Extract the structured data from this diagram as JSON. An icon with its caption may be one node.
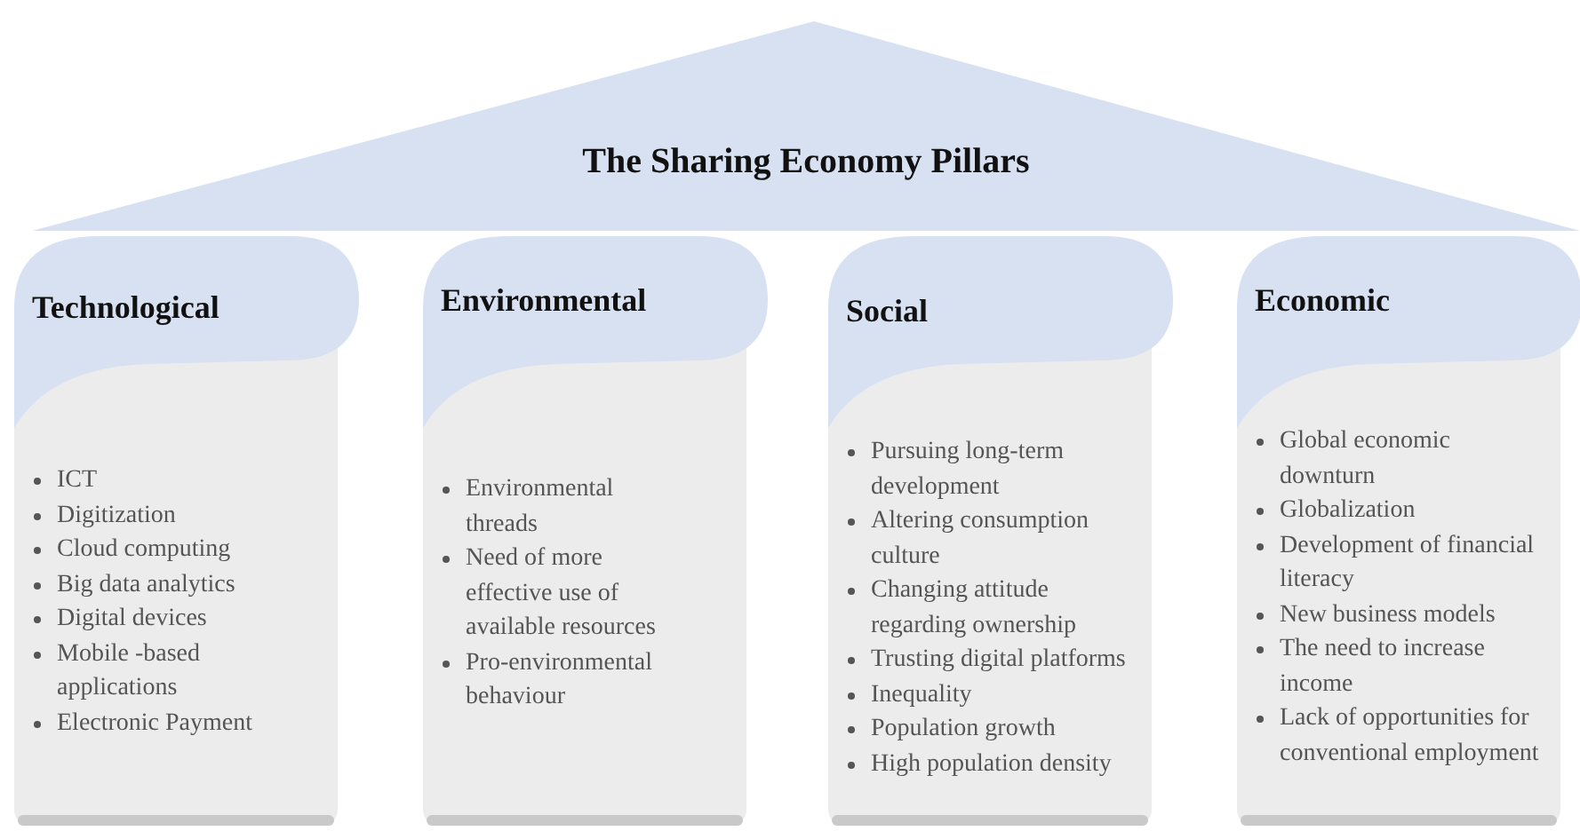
{
  "diagram": {
    "nodes": [
      {
        "text": [
          "The Sharing Economy Pillars"
        ]
      },
      {
        "text": [
          "Technological",
          "ICT",
          "Digitization",
          "Cloud computing",
          "Big data analytics",
          "Digital devices",
          "Mobile -based applications",
          "Electronic Payment"
        ]
      },
      {
        "text": [
          "Environmental",
          "Environmental threads",
          "Need of more effective use of available resources",
          "Pro-environmental behaviour"
        ]
      },
      {
        "text": [
          "Social",
          "Pursuing long-term development",
          "Altering consumption culture",
          "Changing attitude regarding ownership",
          "Trusting digital platforms",
          "Inequality",
          "Population growth",
          "High population density"
        ]
      },
      {
        "text": [
          "Economic",
          "Global economic downturn",
          "Globalization",
          "Development of financial literacy",
          "New business models",
          "The need to increase income",
          "Lack of opportunities for conventional employment"
        ]
      }
    ]
  }
}
